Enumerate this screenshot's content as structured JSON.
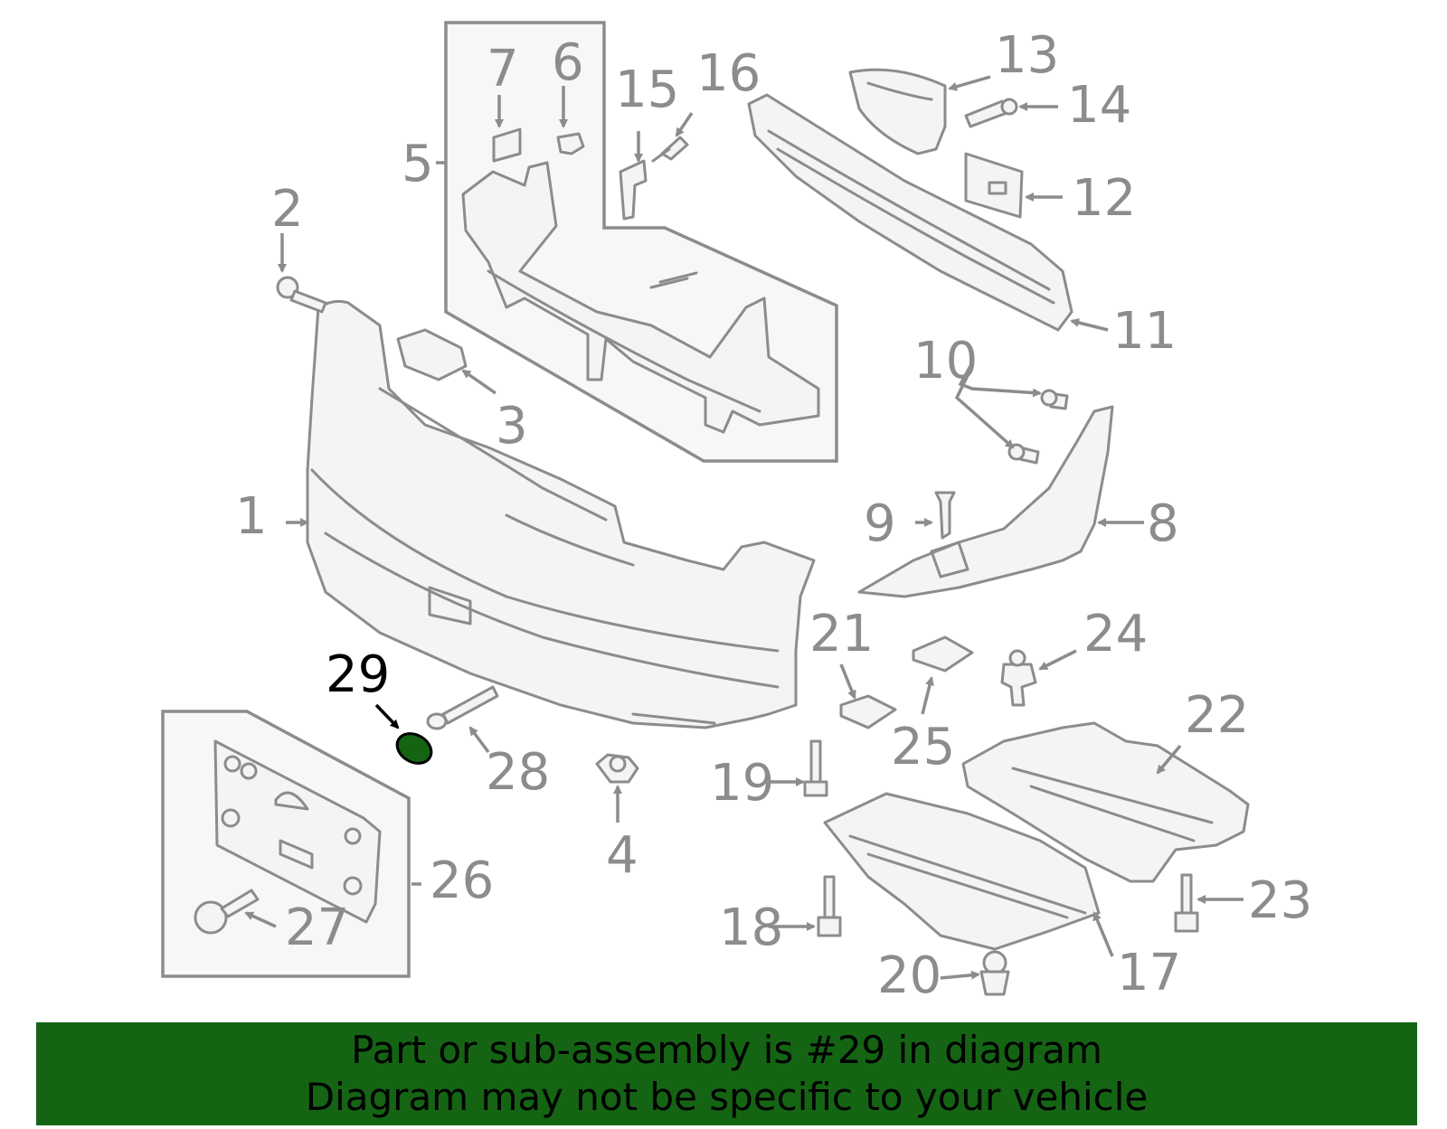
{
  "diagram": {
    "highlight_color": "#146414",
    "line_color": "#8c8c8c",
    "callouts": [
      "1",
      "2",
      "3",
      "4",
      "5",
      "6",
      "7",
      "8",
      "9",
      "10",
      "11",
      "12",
      "13",
      "14",
      "15",
      "16",
      "17",
      "18",
      "19",
      "20",
      "21",
      "22",
      "23",
      "24",
      "25",
      "26",
      "27",
      "28",
      "29"
    ],
    "highlighted_part": "29"
  },
  "banner": {
    "line1": "Part or sub-assembly is #29 in diagram",
    "line2": "Diagram may not be specific to your vehicle",
    "background": "#146414"
  }
}
